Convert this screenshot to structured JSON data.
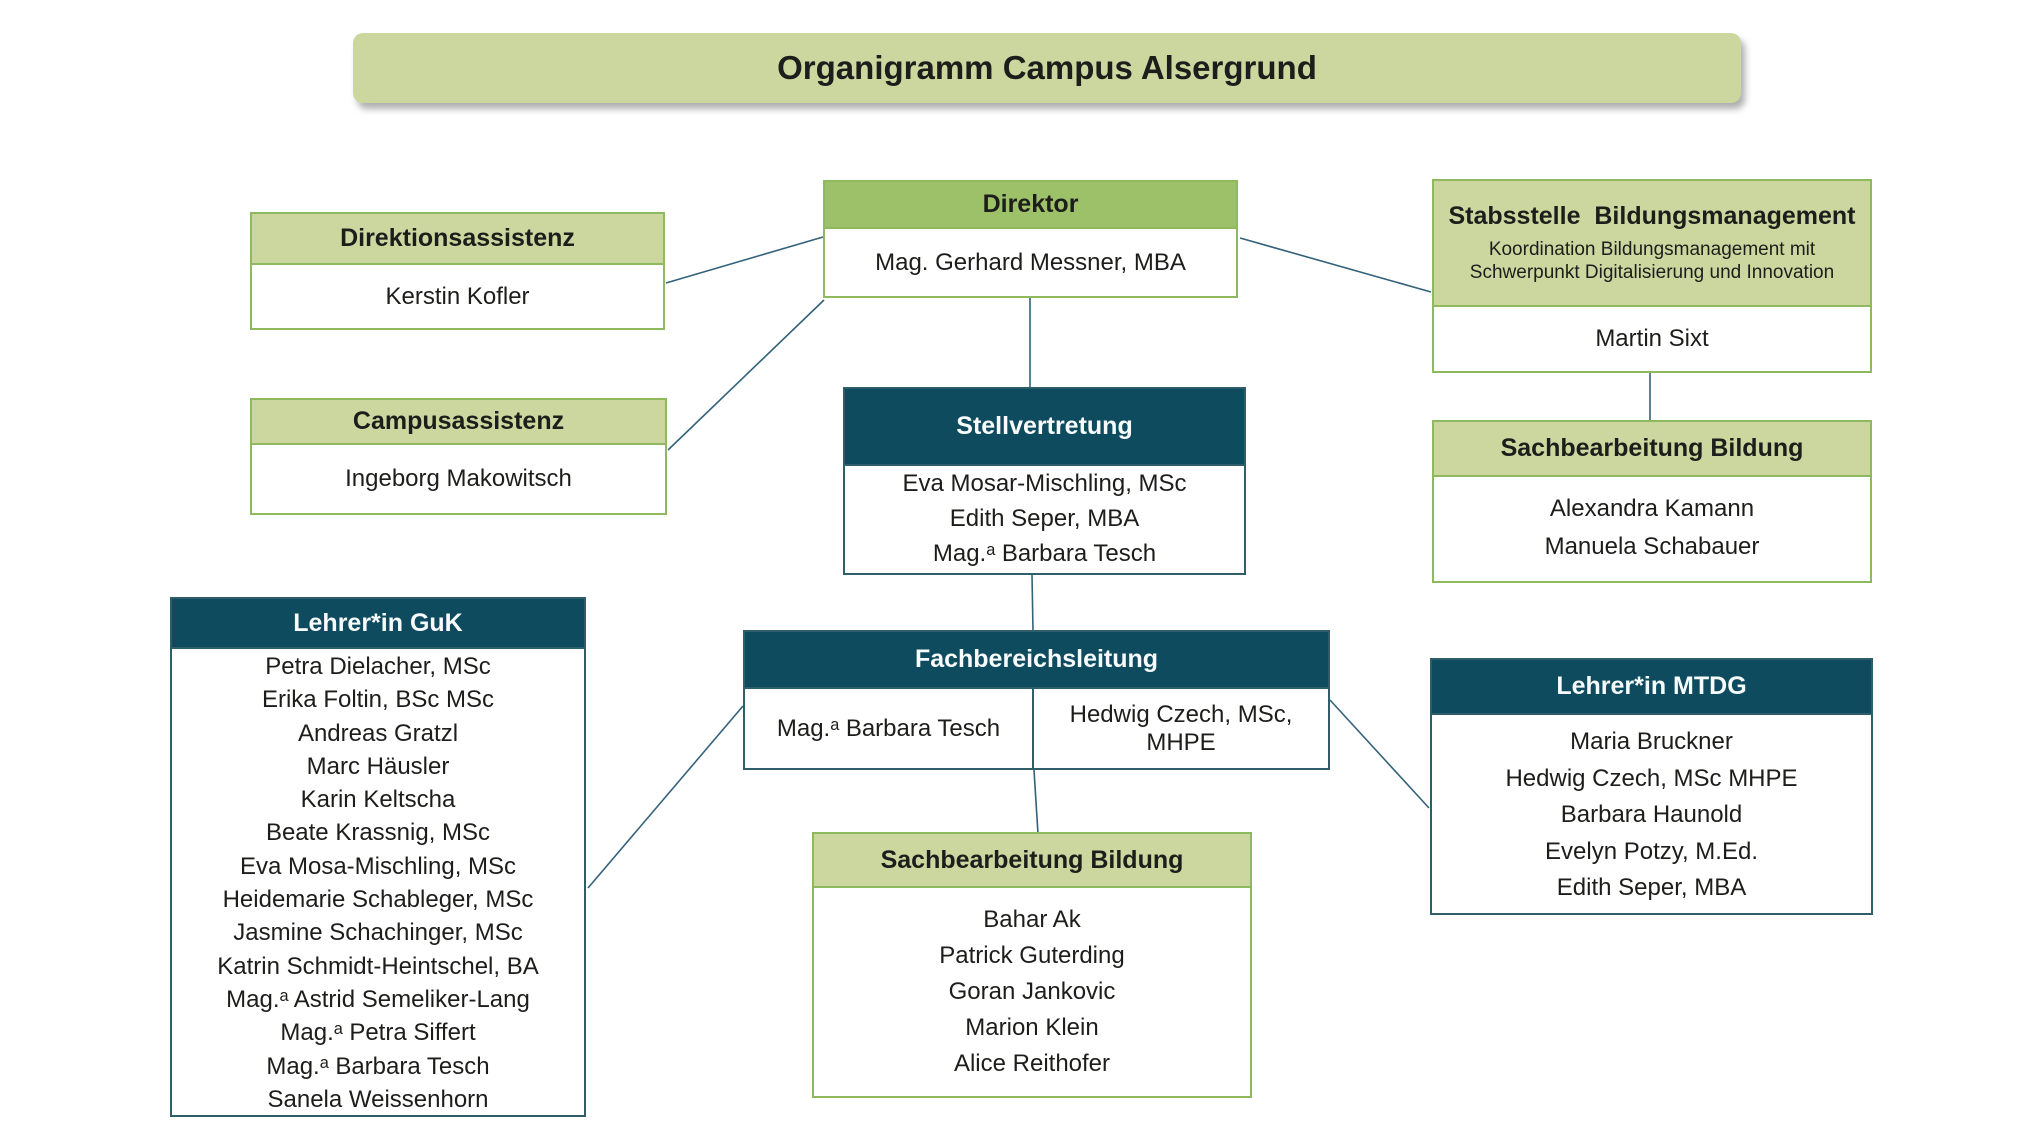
{
  "title": "Organigramm Campus Alsergrund",
  "colors": {
    "medium_green": "#9dc169",
    "light_green": "#cbd79f",
    "green_border": "#8eb95e",
    "teal": "#0e4b5e",
    "teal_border": "#2e5f68",
    "connector": "#33627a"
  },
  "boxes": {
    "direktor": {
      "label": "Direktor",
      "members": [
        "Mag. Gerhard Messner, MBA"
      ]
    },
    "direktionsassistenz": {
      "label": "Direktionsassistenz",
      "members": [
        "Kerstin Kofler"
      ]
    },
    "campusassistenz": {
      "label": "Campusassistenz",
      "members": [
        "Ingeborg Makowitsch"
      ]
    },
    "stabsstelle_bildungsmanagement": {
      "label": "Stabsstelle  Bildungsmanagement",
      "sublabel": "Koordination Bildungsmanagement mit Schwerpunkt Digitalisierung und Innovation",
      "members": [
        "Martin Sixt"
      ]
    },
    "stellvertretung": {
      "label": "Stellvertretung",
      "members": [
        "Eva Mosar-Mischling, MSc",
        "Edith Seper, MBA",
        "Mag.ᵃ Barbara Tesch"
      ]
    },
    "sachbearbeitung_bildung_rechts": {
      "label": "Sachbearbeitung Bildung",
      "members": [
        "Alexandra Kamann",
        "Manuela Schabauer"
      ]
    },
    "lehrer_guk": {
      "label": "Lehrer*in GuK",
      "members": [
        "Petra Dielacher, MSc",
        "Erika Foltin, BSc MSc",
        "Andreas Gratzl",
        "Marc Häusler",
        "Karin Keltscha",
        "Beate Krassnig, MSc",
        "Eva Mosa-Mischling, MSc",
        "Heidemarie Schableger, MSc",
        "Jasmine Schachinger, MSc",
        "Katrin Schmidt-Heintschel, BA",
        "Mag.ᵃ Astrid Semeliker-Lang",
        "Mag.ᵃ Petra Siffert",
        "Mag.ᵃ Barbara Tesch",
        "Sanela Weissenhorn"
      ]
    },
    "fachbereichsleitung": {
      "label": "Fachbereichsleitung",
      "members": [
        "Mag.ᵃ Barbara Tesch",
        "Hedwig Czech, MSc, MHPE"
      ]
    },
    "lehrer_mtdg": {
      "label": "Lehrer*in MTDG",
      "members": [
        "Maria Bruckner",
        "Hedwig Czech, MSc MHPE",
        "Barbara Haunold",
        "Evelyn Potzy, M.Ed.",
        "Edith Seper, MBA"
      ]
    },
    "sachbearbeitung_bildung_mitte": {
      "label": "Sachbearbeitung Bildung",
      "members": [
        "Bahar Ak",
        "Patrick Guterding",
        "Goran Jankovic",
        "Marion Klein",
        "Alice Reithofer"
      ]
    }
  }
}
